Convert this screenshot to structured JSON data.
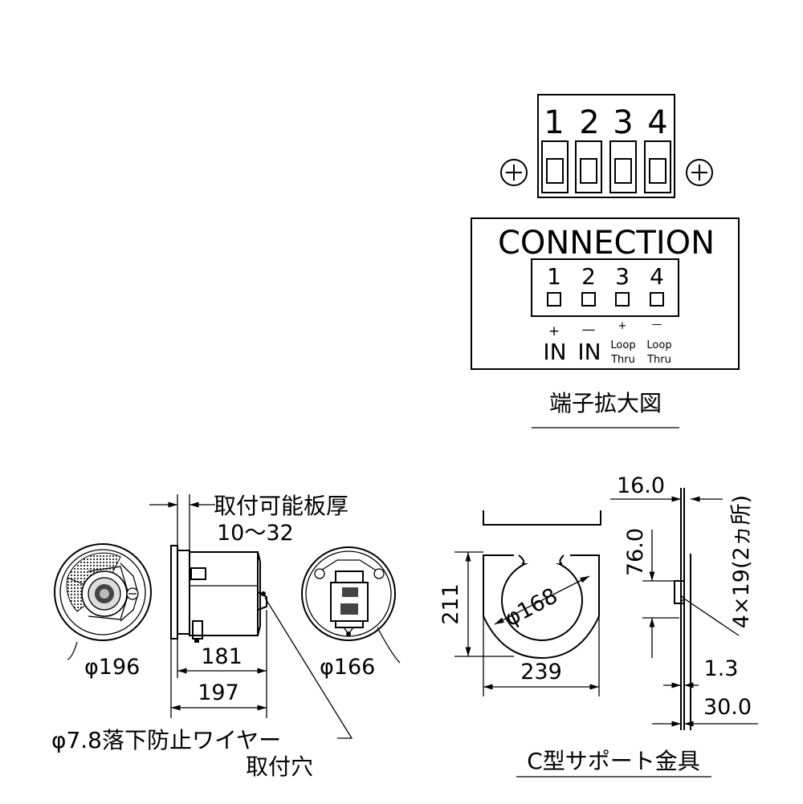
{
  "terminal": {
    "numbers": [
      "1",
      "2",
      "3",
      "4"
    ],
    "plus_symbol": "+"
  },
  "connection_label": {
    "title": "CONNECTION",
    "numbers": [
      "1",
      "2",
      "3",
      "4"
    ],
    "signs": [
      "+",
      "—",
      "+",
      "—"
    ],
    "functions": [
      {
        "line1": "IN",
        "line2": ""
      },
      {
        "line1": "IN",
        "line2": ""
      },
      {
        "line1": "Loop",
        "line2": "Thru"
      },
      {
        "line1": "Loop",
        "line2": "Thru"
      }
    ],
    "caption": "端子拡大図"
  },
  "speaker": {
    "panel_thickness_label": "取付可能板厚",
    "panel_thickness_range": "10～32",
    "front_diameter": "φ196",
    "depth_body": "181",
    "depth_total": "197",
    "rear_diameter": "φ166",
    "wire_hole_line1": "φ7.8落下防止ワイヤー",
    "wire_hole_line2": "取付穴"
  },
  "c_bracket": {
    "height": "211",
    "inner_diameter": "φ168",
    "width": "239",
    "caption": "C型サポート金具",
    "side_thickness": "16.0",
    "hole_pitch": "76.0",
    "holes": "4×19(2ヵ所)",
    "plate_thickness": "1.3",
    "flange_width": "30.0"
  }
}
